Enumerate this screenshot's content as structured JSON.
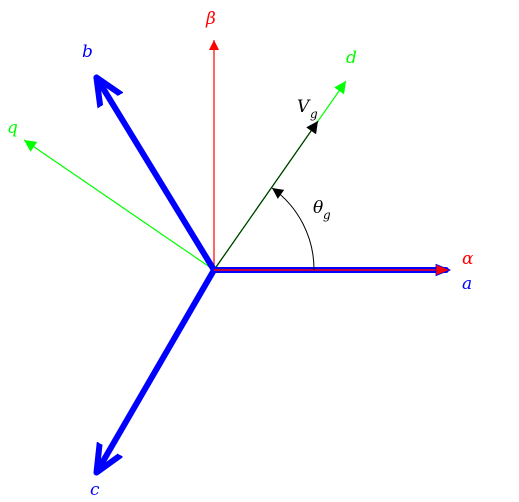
{
  "labels": {
    "beta": "β",
    "alpha": "α",
    "a": "a",
    "b": "b",
    "c": "c",
    "d": "d",
    "q": "q",
    "vg_main": "V",
    "vg_sub": "g",
    "theta_main": "θ",
    "theta_sub": "g"
  },
  "colors": {
    "abc_axes": "#0000ff",
    "alpha_beta_axes": "#ff0000",
    "dq_axes": "#00ff00",
    "vector": "#003300",
    "text": "#000000"
  },
  "angles_deg": {
    "a": 0,
    "b": 120,
    "c": 240,
    "alpha": 0,
    "beta": 90,
    "d": 55,
    "q": 145,
    "vg": 55,
    "theta_g": 55
  }
}
